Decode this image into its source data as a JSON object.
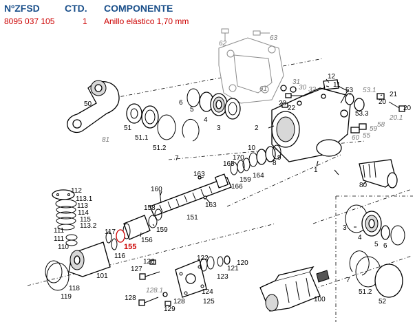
{
  "header": {
    "col_part_no": "NºZFSD",
    "col_qty": "CTD.",
    "col_component": "COMPONENTE",
    "part_no": "8095 037 105",
    "qty": "1",
    "component": "Anillo elástico 1,70 mm"
  },
  "highlighted_part": "155",
  "callouts": {
    "c62": "62",
    "c63": "63",
    "c61": "61",
    "c12": "12",
    "c11": "11",
    "c31": "31",
    "c30": "30",
    "c32": "32",
    "c23": "23",
    "c22": "22",
    "c53": "53",
    "c53_1": "53.1",
    "c21": "21",
    "c20a": "20",
    "c20b": "20",
    "c53_3": "53.3",
    "c59": "59",
    "c58": "58",
    "c20_1": "20.1",
    "c60": "60",
    "c55": "55",
    "c50": "50",
    "c6a": "6",
    "c5a": "5",
    "c4a": "4",
    "c3a": "3",
    "c51a": "51",
    "c51_1a": "51.1",
    "c51_2a": "51.2",
    "c7a": "7",
    "c81": "81",
    "c2": "2",
    "c1": "1",
    "c10": "10",
    "c9": "9",
    "c8": "8",
    "c170": "170",
    "c165": "165",
    "c164": "164",
    "c159a": "159",
    "c166": "166",
    "c163a": "163",
    "c163b": "163",
    "c160": "160",
    "c158": "158",
    "c151": "151",
    "c159b": "159",
    "c156": "156",
    "c80": "80",
    "c112": "112",
    "c113_1": "113.1",
    "c113": "113",
    "c114": "114",
    "c115": "115",
    "c113_2": "113.2",
    "c111a": "111",
    "c111b": "111",
    "c110": "110",
    "c117": "117",
    "c116": "116",
    "c101": "101",
    "c118": "118",
    "c119": "119",
    "c126": "126",
    "c127": "127",
    "c122": "122",
    "c121": "121",
    "c120": "120",
    "c123": "123",
    "c124": "124",
    "c125": "125",
    "c128_1": "128.1",
    "c128a": "128",
    "c128b": "128",
    "c129": "129",
    "c100": "100",
    "c3b": "3",
    "c4b": "4",
    "c5b": "5",
    "c6b": "6",
    "c7b": "7",
    "c51_2b": "51.2",
    "c52": "52"
  }
}
